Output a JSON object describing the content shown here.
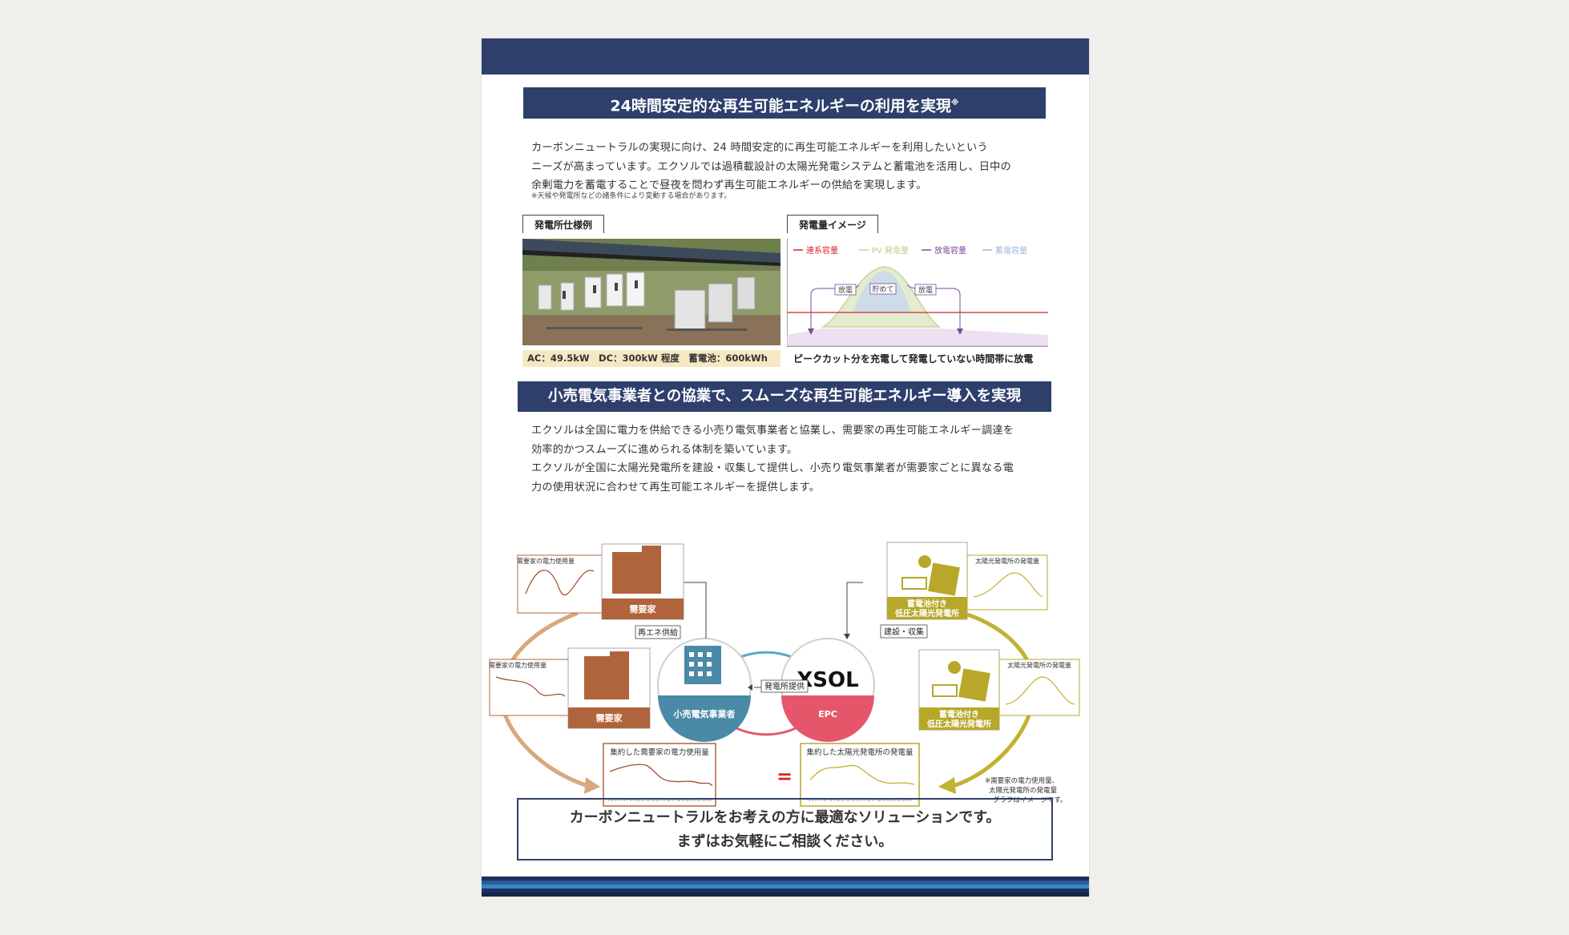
{
  "section1": {
    "heading": "24時間安定的な再生可能エネルギーの利用を実現",
    "heading_mark": "※",
    "body_line1": "カーボンニュートラルの実現に向け、24 時間安定的に再生可能エネルギーを利用したいという",
    "body_line2": "ニーズが高まっています。エクソルでは過積載設計の太陽光発電システムと蓄電池を活用し、日中の",
    "body_line3": "余剰電力を蓄電することで昼夜を問わず再生可能エネルギーの供給を実現します。",
    "note": "※天候や発電所などの諸条件により変動する場合があります。",
    "photo_tag": "発電所仕様例",
    "spec": "AC：49.5kW　DC：300kW 程度　蓄電池：600kWh",
    "chart_tag": "発電量イメージ",
    "chart_caption": "ピークカット分を充電して発電していない時間帯に放電"
  },
  "chart_data": {
    "type": "area",
    "legend": [
      {
        "name": "連系容量",
        "color": "#d8232a"
      },
      {
        "name": "PV 発電量",
        "color": "#c3d69b"
      },
      {
        "name": "放電容量",
        "color": "#7b4a9a"
      },
      {
        "name": "蓄電容量",
        "color": "#9db8d9"
      }
    ],
    "labels": [
      "放電",
      "貯めて",
      "放電"
    ]
  },
  "section2": {
    "heading": "小売電気事業者との協業で、スムーズな再生可能エネルギー導入を実現",
    "body_line1": "エクソルは全国に電力を供給できる小売り電気事業者と協業し、需要家の再生可能エネルギー調達を",
    "body_line2": "効率的かつスムーズに進められる体制を築いています。",
    "body_line3": "エクソルが全国に太陽光発電所を建設・収集して提供し、小売り電気事業者が需要家ごとに異なる電",
    "body_line4": "力の使用状況に合わせて再生可能エネルギーを提供します。"
  },
  "diagram": {
    "consumer_label": "需要家",
    "consumer_graph_label": "需要家の電力使用量",
    "plant_label_line1": "蓄電池付き",
    "plant_label_line2": "低圧太陽光発電所",
    "plant_graph_label": "太陽光発電所の発電量",
    "retailer_label": "小売電気事業者",
    "xsol_logo": "XSOL",
    "epc_label": "EPC",
    "supply_tag": "再エネ供給",
    "build_tag": "建設・収集",
    "provide_tag": "発電所提供",
    "agg_consumer": "集約した需要家の電力使用量",
    "agg_plant": "集約した太陽光発電所の発電量",
    "equal": "=",
    "axis_hours": "1 2 3 4 5 6 7 8 9 10 11 12 13 14 15 16 17 18 19 20 21 22 23 24",
    "note_line1": "※需要家の電力使用量、",
    "note_line2": "太陽光発電所の発電量",
    "note_line3": "グラフはイメージです。"
  },
  "cta": {
    "line1": "カーボンニュートラルをお考えの方に最適なソリューションです。",
    "line2": "まずはお気軽にご相談ください。"
  },
  "colors": {
    "navy": "#2e3f6c",
    "brown": "#b0643c",
    "olive": "#b7a82a",
    "teal": "#4a8aa8",
    "red": "#d8232a"
  }
}
